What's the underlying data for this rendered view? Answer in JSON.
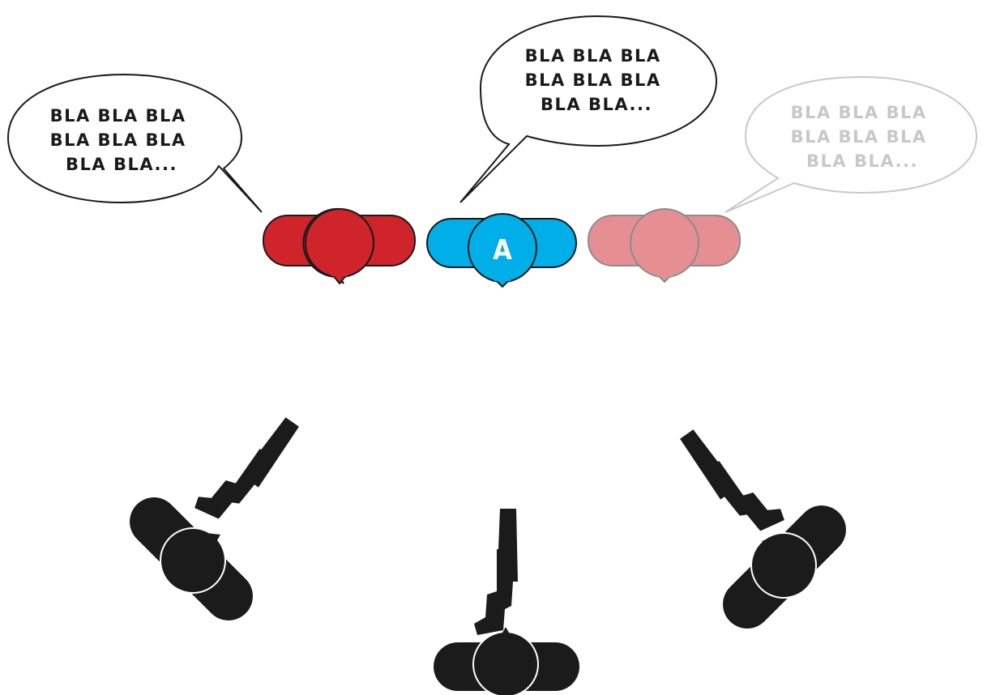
{
  "colors": {
    "red": "#d0242b",
    "blue": "#00aee8",
    "pink": "#e58f93",
    "dark": "#1a1a1a",
    "faded_text": "#c8c8c8",
    "silhouette": "#1b1b1b"
  },
  "speech_bubbles": [
    {
      "speaker": "red",
      "lines": [
        "BLA BLA BLA",
        "BLA BLA BLA",
        "BLA BLA..."
      ]
    },
    {
      "speaker": "blue",
      "lines": [
        "BLA BLA BLA",
        "BLA BLA BLA",
        "BLA BLA..."
      ]
    },
    {
      "speaker": "pink",
      "lines": [
        "BLA BLA BLA",
        "BLA BLA BLA",
        "BLA BLA..."
      ]
    }
  ],
  "characters": [
    {
      "color": "red",
      "letter": ""
    },
    {
      "color": "blue",
      "letter": "A"
    },
    {
      "color": "pink",
      "letter": ""
    }
  ],
  "shooters": [
    {
      "position": "left",
      "icon": "pistol-icon"
    },
    {
      "position": "center",
      "icon": "pistol-icon"
    },
    {
      "position": "right",
      "icon": "pistol-icon"
    }
  ]
}
